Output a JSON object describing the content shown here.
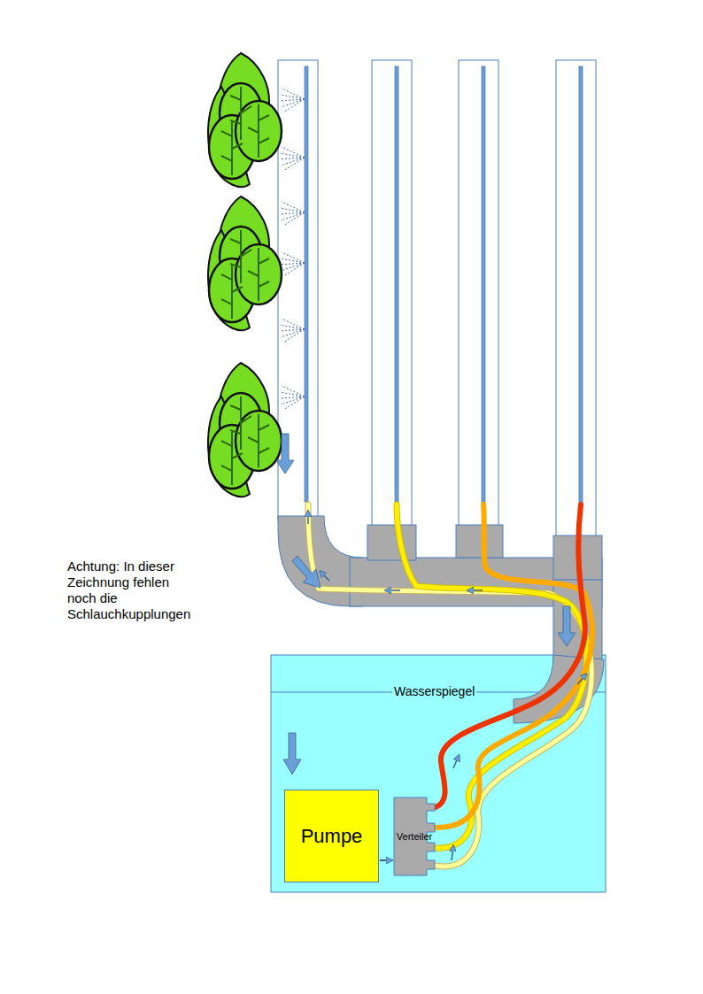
{
  "diagram": {
    "nodes": [
      {
        "text": [
          "Pumpe"
        ]
      },
      {
        "text": [
          "Verteiler"
        ]
      }
    ],
    "edges": [
      {
        "from": 0,
        "to": 1,
        "arrow": "to"
      }
    ],
    "labels": [
      "Achtung: In dieser Zeichnung fehlen noch die Schlauchkupplungen",
      "Wasserspiegel"
    ]
  }
}
